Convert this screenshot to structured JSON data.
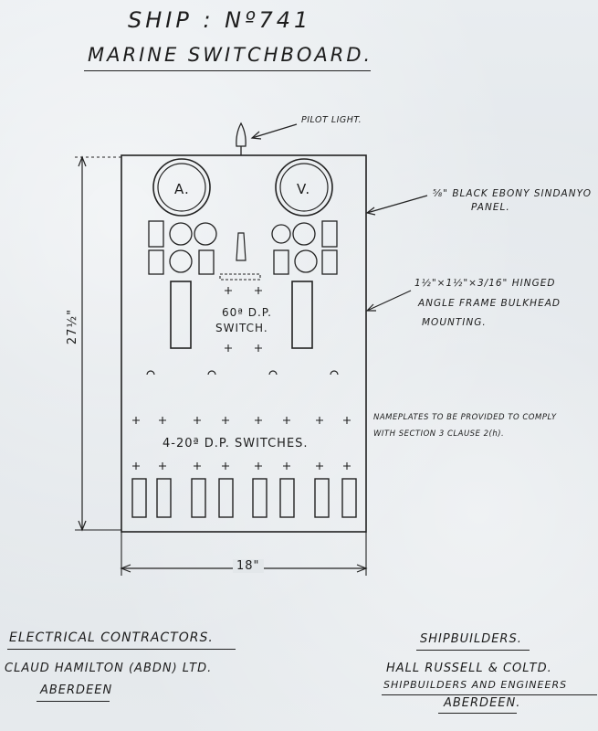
{
  "title": {
    "line1": "SHIP : Nº741",
    "line2": "MARINE  SWITCHBOARD."
  },
  "callouts": {
    "pilot_light": "PILOT LIGHT.",
    "panel": {
      "line1": "⅝\" BLACK EBONY SINDANYO",
      "line2": "PANEL."
    },
    "frame": {
      "line1": "1½\"×1½\"×3/16\" HINGED",
      "line2": "ANGLE FRAME BULKHEAD",
      "line3": "MOUNTING."
    },
    "nameplates": {
      "line1": "NAMEPLATES TO BE  PROVIDED TO COMPLY",
      "line2": "WITH  SECTION 3  CLAUSE  2(h)."
    }
  },
  "panel": {
    "meter_left": "A.",
    "meter_right": "V.",
    "main_switch_line1": "60ª D.P.",
    "main_switch_line2": "SWITCH.",
    "switches_label": "4-20ª D.P. SWITCHES."
  },
  "dimensions": {
    "height": "27½\"",
    "width": "18\""
  },
  "footer": {
    "left_heading": "ELECTRICAL  CONTRACTORS.",
    "left_line1": "CLAUD  HAMILTON (ABDN) LTD.",
    "left_line2": "ABERDEEN",
    "right_heading": "SHIPBUILDERS.",
    "right_line1": "HALL RUSSELL  &  COLTD.",
    "right_line2": "SHIPBUILDERS AND ENGINEERS",
    "right_line3": "ABERDEEN."
  }
}
